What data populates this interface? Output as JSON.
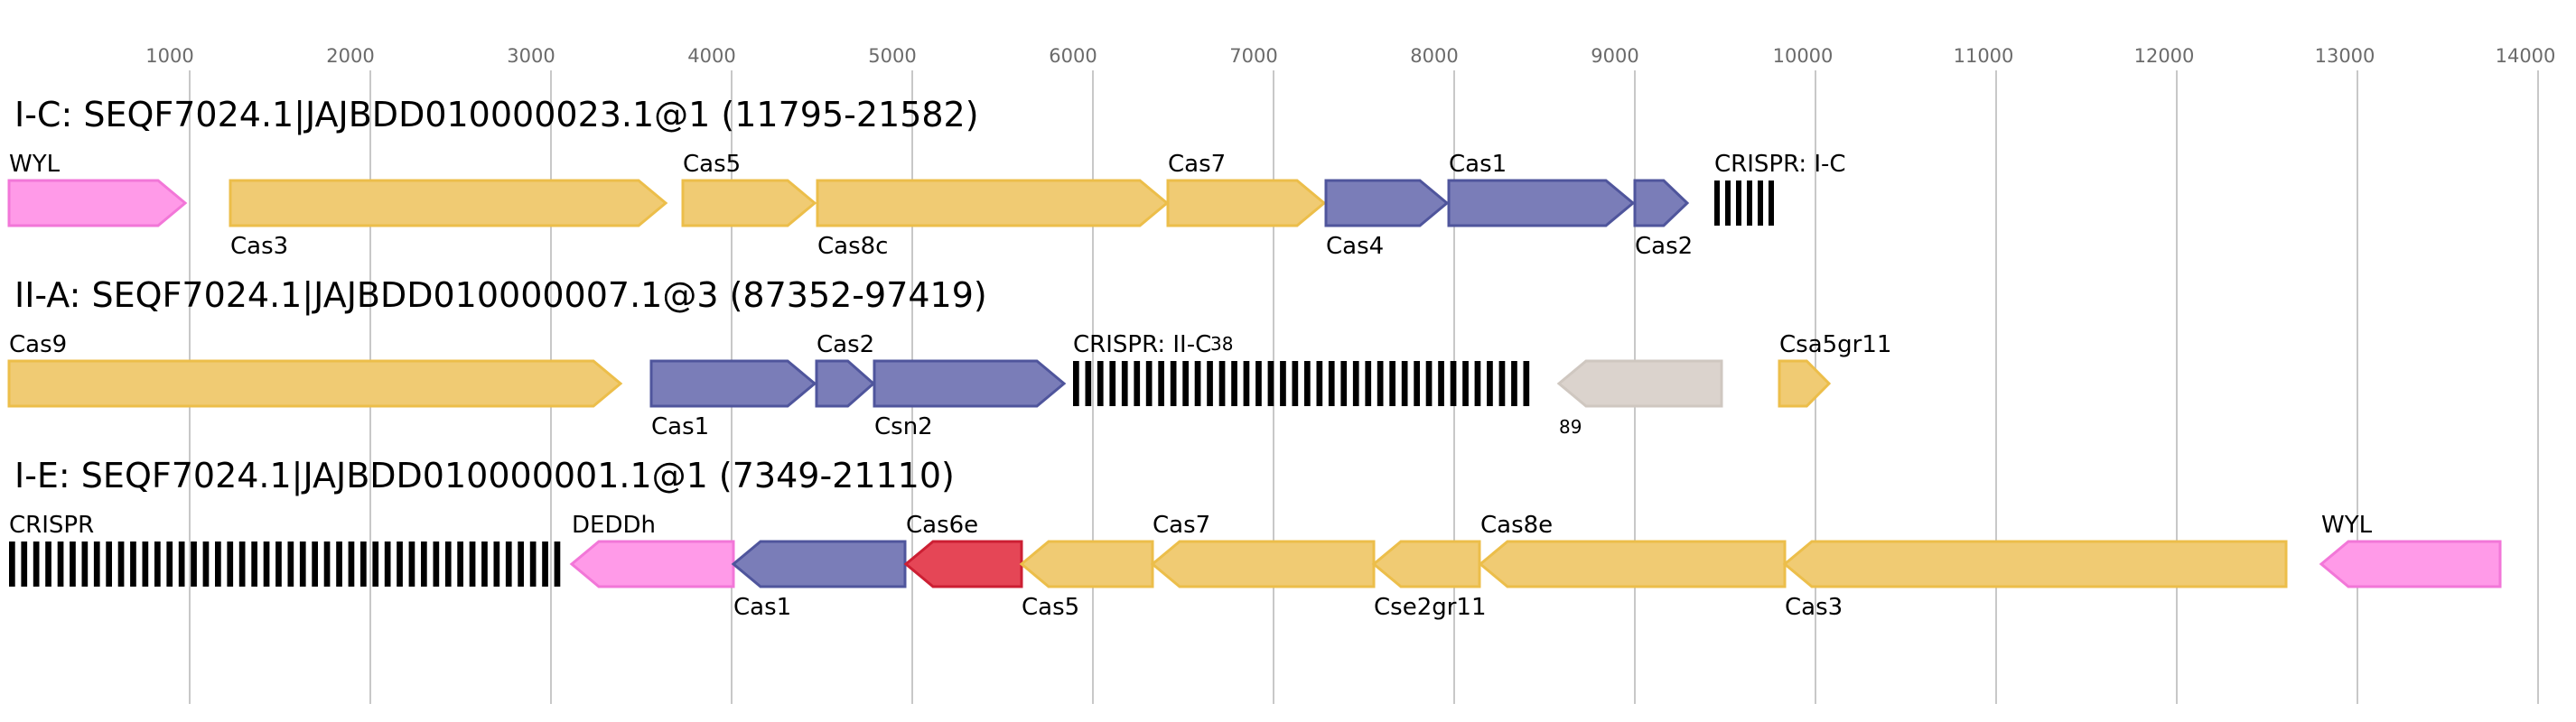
{
  "axis": {
    "ticks": [
      "1000",
      "2000",
      "3000",
      "4000",
      "5000",
      "6000",
      "7000",
      "8000",
      "9000",
      "10000",
      "11000",
      "12000",
      "13000",
      "14000"
    ]
  },
  "colors": {
    "yellow_fill": "#f0cb73",
    "yellow_stroke": "#ecbe4a",
    "blue_fill": "#7a7db8",
    "blue_stroke": "#4f559c",
    "pink_fill": "#ff9ae8",
    "pink_stroke": "#f277d8",
    "red_fill": "#e54656",
    "red_stroke": "#cc1f33",
    "gray_fill": "#dbd3cd",
    "gray_stroke": "#cfc7c0",
    "crispr": "#000000"
  },
  "tracks": [
    {
      "title": "I-C: SEQF7024.1|JAJBDD010000023.1@1 (11795-21582)",
      "features": [
        {
          "label": "WYL",
          "color": "pink",
          "dir": 1,
          "pos": "above"
        },
        {
          "label": "Cas3",
          "color": "yellow",
          "dir": 1,
          "pos": "below"
        },
        {
          "label": "Cas5",
          "color": "yellow",
          "dir": 1,
          "pos": "above"
        },
        {
          "label": "Cas8c",
          "color": "yellow",
          "dir": 1,
          "pos": "below"
        },
        {
          "label": "Cas7",
          "color": "yellow",
          "dir": 1,
          "pos": "above"
        },
        {
          "label": "Cas4",
          "color": "blue",
          "dir": 1,
          "pos": "below"
        },
        {
          "label": "Cas1",
          "color": "blue",
          "dir": 1,
          "pos": "above"
        },
        {
          "label": "Cas2",
          "color": "blue",
          "dir": 1,
          "pos": "below"
        },
        {
          "label": "CRISPR: I-C",
          "color": "crispr",
          "dir": 0,
          "pos": "above",
          "count": 6
        }
      ]
    },
    {
      "title": "II-A: SEQF7024.1|JAJBDD010000007.1@3 (87352-97419)",
      "features": [
        {
          "label": "Cas9",
          "color": "yellow",
          "dir": 1,
          "pos": "above"
        },
        {
          "label": "Cas1",
          "color": "blue",
          "dir": 1,
          "pos": "below"
        },
        {
          "label": "Cas2",
          "color": "blue",
          "dir": 1,
          "pos": "above"
        },
        {
          "label": "Csn2",
          "color": "blue",
          "dir": 1,
          "pos": "below"
        },
        {
          "label": "CRISPR: II-C",
          "color": "crispr",
          "dir": 0,
          "pos": "above",
          "count": 38,
          "small_label": "38"
        },
        {
          "label": "",
          "color": "gray",
          "dir": -1,
          "pos": "below",
          "small_label": "89"
        },
        {
          "label": "Csa5gr11",
          "color": "yellow",
          "dir": 1,
          "pos": "above"
        }
      ]
    },
    {
      "title": "I-E: SEQF7024.1|JAJBDD010000001.1@1 (7349-21110)",
      "features": [
        {
          "label": "CRISPR",
          "color": "crispr",
          "dir": 0,
          "pos": "above",
          "count": 46
        },
        {
          "label": "DEDDh",
          "color": "pink",
          "dir": -1,
          "pos": "above"
        },
        {
          "label": "Cas1",
          "color": "blue",
          "dir": -1,
          "pos": "below"
        },
        {
          "label": "Cas6e",
          "color": "red",
          "dir": -1,
          "pos": "above"
        },
        {
          "label": "Cas5",
          "color": "yellow",
          "dir": -1,
          "pos": "below"
        },
        {
          "label": "Cas7",
          "color": "yellow",
          "dir": -1,
          "pos": "above"
        },
        {
          "label": "Cse2gr11",
          "color": "yellow",
          "dir": -1,
          "pos": "below"
        },
        {
          "label": "Cas8e",
          "color": "yellow",
          "dir": -1,
          "pos": "above"
        },
        {
          "label": "Cas3",
          "color": "yellow",
          "dir": -1,
          "pos": "below"
        },
        {
          "label": "WYL",
          "color": "pink",
          "dir": -1,
          "pos": "above"
        }
      ]
    }
  ]
}
